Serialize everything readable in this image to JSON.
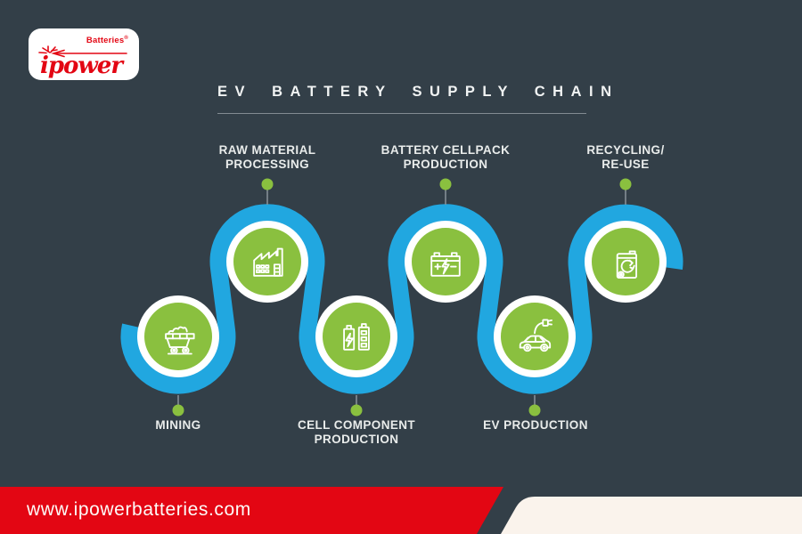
{
  "logo": {
    "brand": "ipower",
    "sub": "Batteries",
    "reg": "®"
  },
  "title": "EV BATTERY SUPPLY CHAIN",
  "stages": [
    {
      "label": "MINING",
      "icon": "mining-cart-icon",
      "position": "bottom"
    },
    {
      "label": "RAW MATERIAL\nPROCESSING",
      "icon": "factory-icon",
      "position": "top"
    },
    {
      "label": "CELL COMPONENT\nPRODUCTION",
      "icon": "battery-cells-icon",
      "position": "bottom"
    },
    {
      "label": "BATTERY CELLPACK\nPRODUCTION",
      "icon": "battery-pack-icon",
      "position": "top"
    },
    {
      "label": "EV PRODUCTION",
      "icon": "electric-car-icon",
      "position": "bottom"
    },
    {
      "label": "RECYCLING/\nRE-USE",
      "icon": "recycle-bin-icon",
      "position": "top"
    }
  ],
  "footer": {
    "url": "www.ipowerbatteries.com"
  },
  "colors": {
    "background": "#333f48",
    "green": "#8ac03f",
    "blue": "#21a7e0",
    "red": "#e30613",
    "cream": "#faf3ec"
  }
}
